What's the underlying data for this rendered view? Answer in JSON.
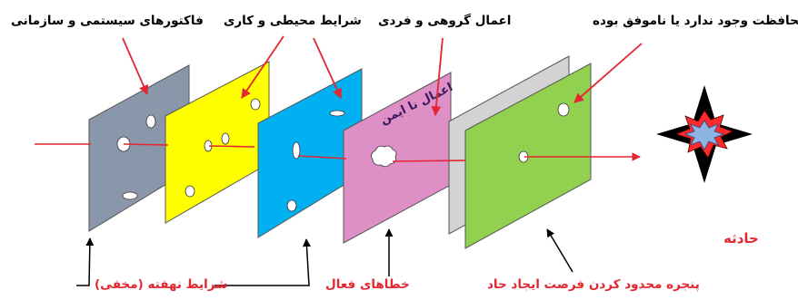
{
  "labels": {
    "organizational_factors": "فاکتورهای سیستمی و سازمانی",
    "environmental_conditions": "شرایط محیطی و کاری",
    "group_individual_acts": "اعمال گروهی و فردی",
    "no_or_failed_protection": "محافظت وجود ندارد یا ناموفق بوده",
    "latent_conditions": "شرایط نهفته (مخفی)",
    "active_failures": "خطاهای فعال",
    "limited_window": "پنجره محدود کردن فرصت ایجاد حاد",
    "accident": "حادثه",
    "unsafe_acts": "اعمال نا ایمن"
  },
  "colors": {
    "layer1": "#8a96aa",
    "layer2": "#ffff00",
    "layer3": "#00b0f0",
    "layer4": "#de8fc6",
    "layer5": "#d3d3d3",
    "layer6": "#92d050",
    "arrow_red": "#e3262f",
    "label_red": "#e3262f",
    "unsafe_text": "#3a1a5a",
    "star_outer": "#000000",
    "star_red": "#ff2a2a",
    "star_blue": "#8db4e2"
  }
}
